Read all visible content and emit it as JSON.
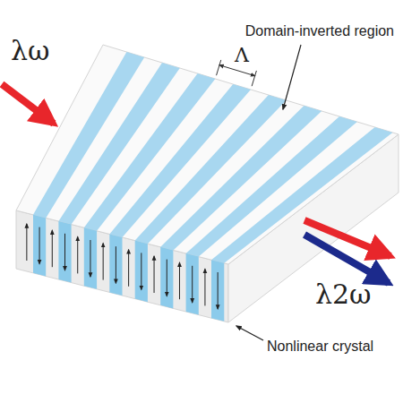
{
  "diagram": {
    "labels": [
      "λω",
      "Λ",
      "Domain-inverted region",
      "λ2ω",
      "Nonlinear crystal"
    ]
  }
}
